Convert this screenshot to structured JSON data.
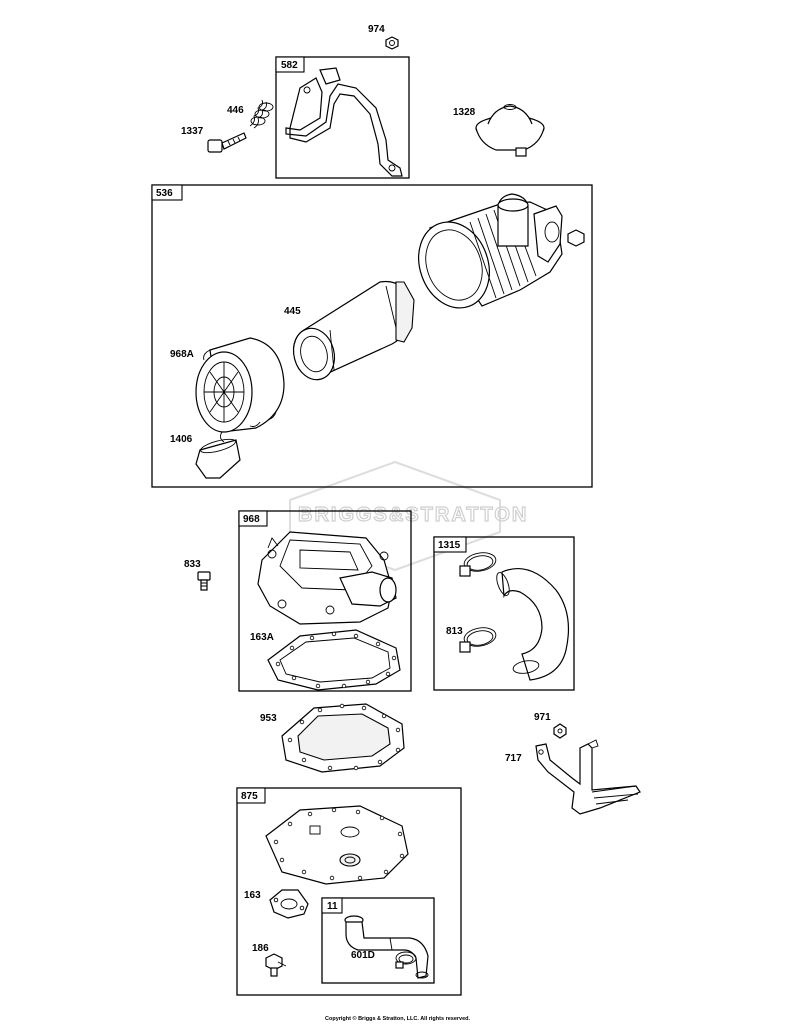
{
  "watermark": "BRIGGS&STRATTON",
  "copyright": "Copyright © Briggs & Stratton, LLC. All rights reserved.",
  "groups": {
    "g582": "582",
    "g536": "536",
    "g968": "968",
    "g1315": "1315",
    "g875": "875",
    "g11": "11"
  },
  "labels": {
    "p974": "974",
    "p446": "446",
    "p1337": "1337",
    "p1328": "1328",
    "p445": "445",
    "p968A": "968A",
    "p1406": "1406",
    "p833": "833",
    "p163A": "163A",
    "p813": "813",
    "p953": "953",
    "p971": "971",
    "p717": "717",
    "p163": "163",
    "p186": "186",
    "p601D": "601D"
  }
}
